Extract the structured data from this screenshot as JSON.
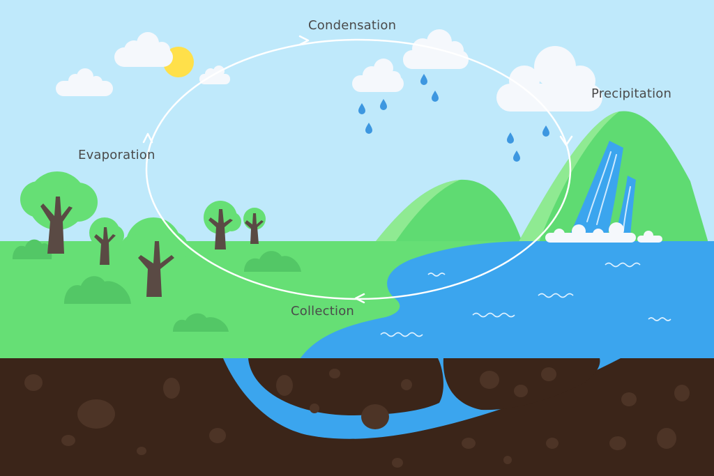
{
  "diagram": {
    "stages": {
      "condensation": "Condensation",
      "precipitation": "Precipitation",
      "evaporation": "Evaporation",
      "collection": "Collection"
    }
  },
  "colors": {
    "sky": "#bfe9fb",
    "grass": "#66df75",
    "hill_dark": "#5fdb72",
    "hill_light": "#8fea92",
    "water": "#3ba5ee",
    "soil": "#3b2519",
    "soil_stone": "#4d3426",
    "tree_canopy": "#66df75",
    "tree_trunk": "#5a4a44",
    "cloud": "#f5f8fc",
    "sun": "#ffe04a",
    "raindrop": "#3d97e0",
    "cycle_arrow": "#ffffff"
  }
}
